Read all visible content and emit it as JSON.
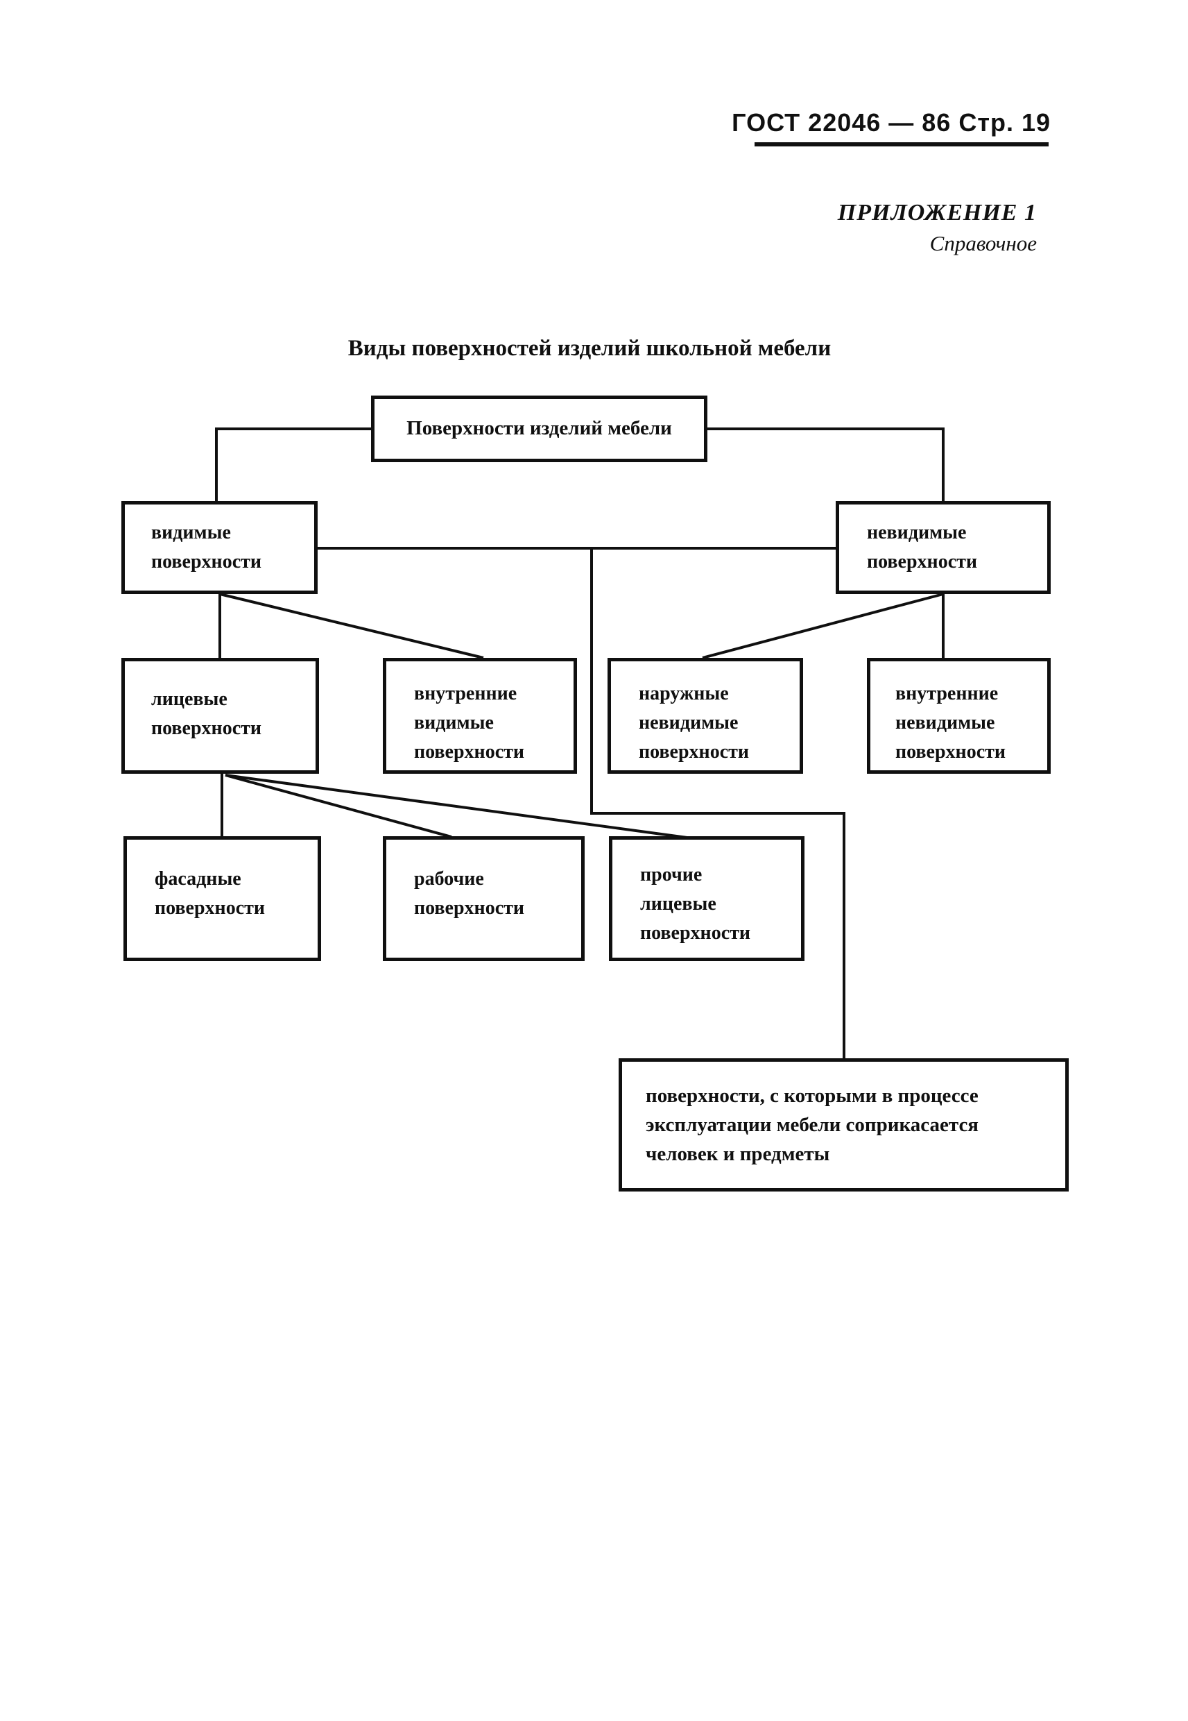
{
  "header": {
    "text": "ГОСТ 22046 — 86  Стр. 19"
  },
  "appendix": {
    "line1": "ПРИЛОЖЕНИЕ 1",
    "line2": "Справочное"
  },
  "title": {
    "text": "Виды поверхностей изделий школьной мебели"
  },
  "boxes": {
    "root": "Поверхности изделий мебели",
    "visible": "видимые\nповерхности",
    "invisible": "невидимые\nповерхности",
    "front": "лицевые\nповерхности",
    "inner_visible": "внутренние\nвидимые\nповерхности",
    "outer_invisible": "наружные\nневидимые\nповерхности",
    "inner_invisible": "внутренние\nневидимые\nповерхности",
    "facade": "фасадные\nповерхности",
    "working": "рабочие\nповерхности",
    "other_front": "прочие\nлицевые\nповерхности",
    "contact": "поверхности, с которыми в процессе\nэксплуатации мебели  соприкасается\nчеловек и предметы"
  },
  "colors": {
    "ink": "#101010",
    "paper": "#ffffff"
  }
}
